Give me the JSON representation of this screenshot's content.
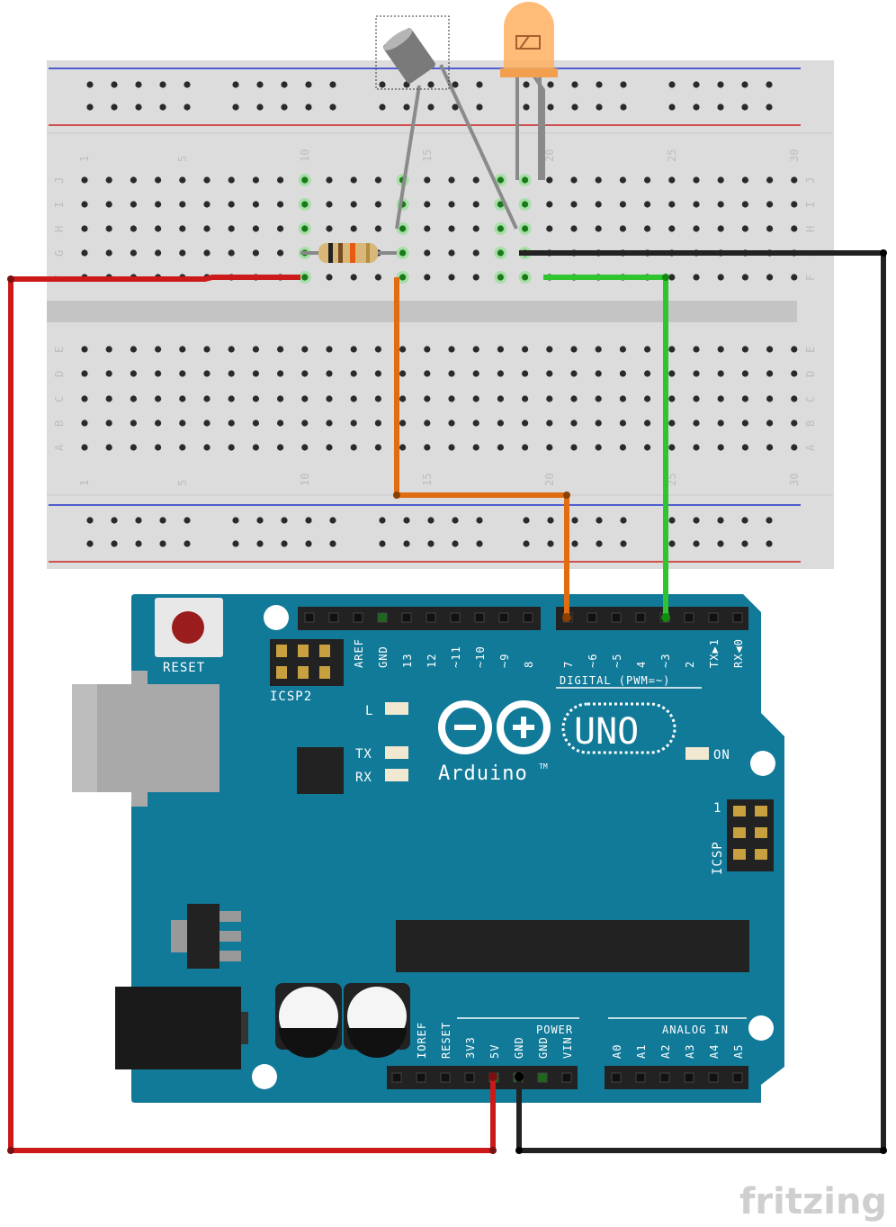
{
  "breadboard": {
    "column_numbers": [
      "1",
      "5",
      "10",
      "15",
      "20",
      "25",
      "30"
    ],
    "row_letters_top": [
      "J",
      "I",
      "H",
      "G",
      "F"
    ],
    "row_letters_bottom": [
      "E",
      "D",
      "C",
      "B",
      "A"
    ]
  },
  "arduino": {
    "reset_label": "RESET",
    "icsp2_label": "ICSP2",
    "icsp_label": "ICSP",
    "icsp_pin1": "1",
    "digital_header_label": "DIGITAL (PWM=~)",
    "digital_pins": [
      "AREF",
      "GND",
      "13",
      "12",
      "~11",
      "~10",
      "~9",
      "8",
      "7",
      "~6",
      "~5",
      "4",
      "~3",
      "2",
      "TX▶1",
      "RX◀0"
    ],
    "led_l": "L",
    "led_tx": "TX",
    "led_rx": "RX",
    "led_on": "ON",
    "logo_text": "Arduino",
    "trademark": "TM",
    "uno_label": "UNO",
    "power_header_label": "POWER",
    "power_pins": [
      "IOREF",
      "RESET",
      "3V3",
      "5V",
      "GND",
      "GND",
      "VIN"
    ],
    "analog_header_label": "ANALOG IN",
    "analog_pins": [
      "A0",
      "A1",
      "A2",
      "A3",
      "A4",
      "A5"
    ]
  },
  "brand": {
    "name": "fritzing"
  },
  "colors": {
    "board": "#117a99",
    "breadboard": "#dcdcdc",
    "wire_5v": "#cc1a1a",
    "wire_gnd": "#222222",
    "wire_signal_in": "#e06d12",
    "wire_signal_out": "#2ec52e",
    "led": "#ffb060"
  }
}
